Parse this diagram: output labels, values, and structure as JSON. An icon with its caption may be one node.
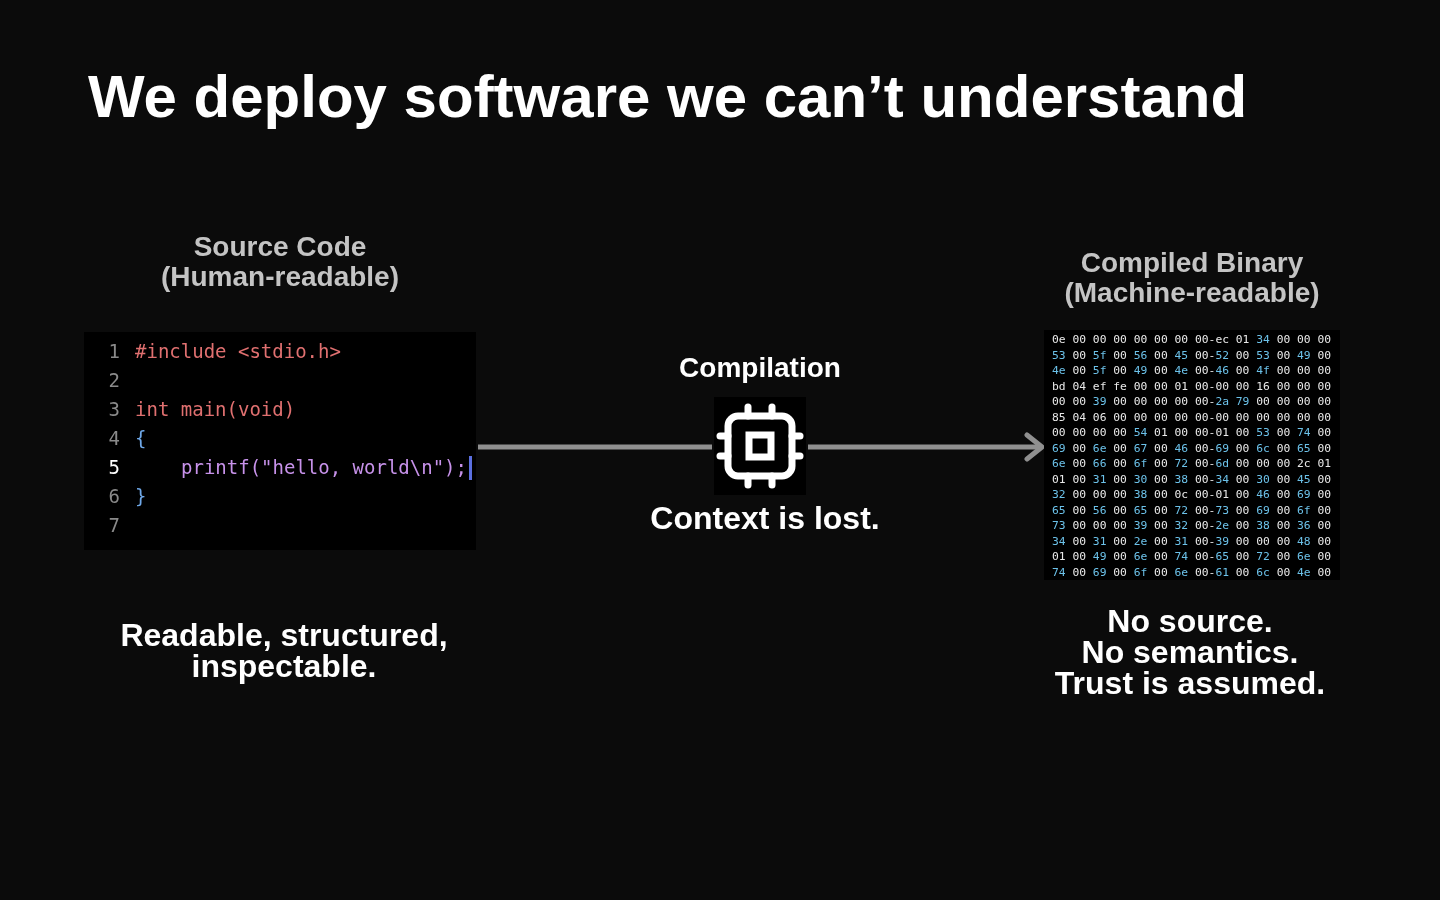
{
  "diagram": {
    "title": "We deploy software we can’t understand",
    "nodes": [
      {
        "text": [
          "Source Code (Human-readable)",
          "#include <stdio.h>",
          "int main(void)",
          "{",
          "printf(\"hello, world\\n\");",
          "}"
        ],
        "beside": [
          "Readable, structured, inspectable."
        ]
      },
      {
        "text": [],
        "shape": "chip",
        "beside": [
          "Compilation",
          "Context is lost."
        ]
      },
      {
        "text": [
          "Compiled Binary (Machine-readable)",
          "0e 00 00 00 00 00 00 00-ec 01 34 00 00 00",
          "53 00 5f 00 56 00 45 00-52 00 53 00 49 00",
          "4e 00 5f 00 49 00 4e 00-46 00 4f 00 00 00",
          "bd 04 ef fe 00 00 01 00-00 00 16 00 00 00",
          "00 00 39 00 00 00 00 00-2a 79 00 00 00 00",
          "85 04 06 00 00 00 00 00-00 00 00 00 00 00",
          "00 00 00 00 54 01 00 00-01 00 53 00 74 00",
          "69 00 6e 00 67 00 46 00-69 00 6c 00 65 00",
          "6e 00 66 00 6f 00 72 00-6d 00 00 00 2c 01",
          "01 00 31 00 30 00 38 00-34 00 30 00 45 00",
          "32 00 00 00 38 00 0c 00-01 00 46 00 69 00",
          "65 00 56 00 65 00 72 00-73 00 69 00 6f 00",
          "73 00 00 00 39 00 32 00-2e 00 38 00 36 00",
          "34 00 31 00 2e 00 31 00-39 00 00 00 48 00",
          "01 00 49 00 6e 00 74 00-65 00 72 00 6e 00",
          "74 00 69 00 6f 00 6e 00-61 00 6c 00 4e 00"
        ],
        "beside": [
          "No source.",
          "No semantics.",
          "Trust is assumed."
        ]
      }
    ],
    "edges": [
      {
        "from": 0,
        "to": 1,
        "arrow": "none"
      },
      {
        "from": 1,
        "to": 2,
        "arrow": "to"
      }
    ],
    "labels": [
      "1",
      "2",
      "3",
      "4",
      "5",
      "6",
      "7"
    ]
  }
}
